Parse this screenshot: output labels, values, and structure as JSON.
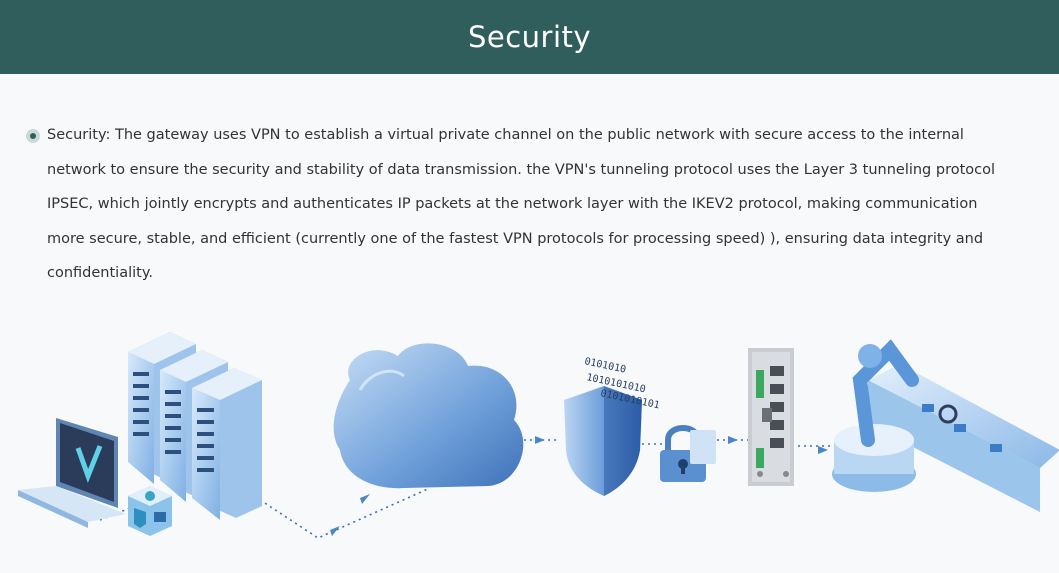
{
  "header": {
    "title": "Security"
  },
  "main": {
    "description": "Security: The gateway uses VPN to establish a virtual private channel on the public network with secure access to the internal network to ensure the security and stability of data transmission. the VPN's tunneling protocol uses the Layer 3 tunneling protocol IPSEC, which jointly encrypts and authenticates IP packets at the network layer with the IKEV2 protocol, making communication more secure, stable, and efficient (currently one of the fastest VPN protocols for processing speed) ), ensuring data integrity and confidentiality."
  },
  "illustration": {
    "binary_line_1": "0101010",
    "binary_line_2": "1010101010",
    "binary_line_3": "0101010101",
    "components": [
      "laptop-icon",
      "server-rack-icon",
      "security-module-icon",
      "cloud-icon",
      "shield-icon",
      "padlock-icon",
      "gateway-device-icon",
      "robot-arm-icon"
    ],
    "colors": {
      "header_bg": "#2f5e5c",
      "accent_blue": "#4a86c8",
      "light_blue": "#a9cdf0"
    }
  }
}
